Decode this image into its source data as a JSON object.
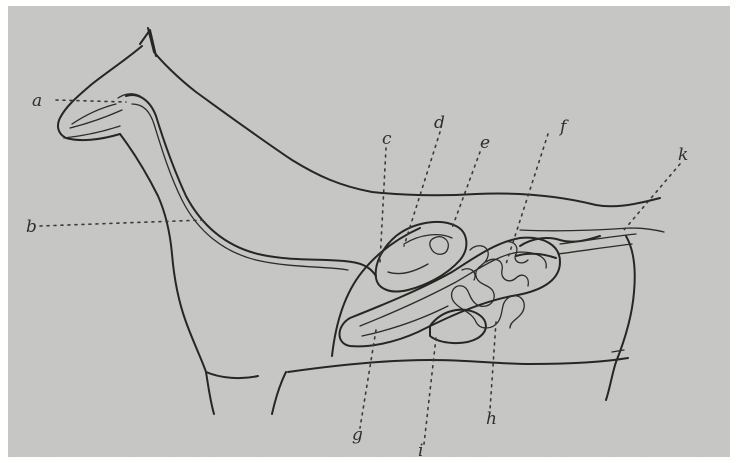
{
  "figure": {
    "labels": [
      {
        "id": "a",
        "text": "a"
      },
      {
        "id": "b",
        "text": "b"
      },
      {
        "id": "c",
        "text": "c"
      },
      {
        "id": "d",
        "text": "d"
      },
      {
        "id": "e",
        "text": "e"
      },
      {
        "id": "f",
        "text": "f"
      },
      {
        "id": "g",
        "text": "g"
      },
      {
        "id": "h",
        "text": "h"
      },
      {
        "id": "k",
        "text": "k"
      },
      {
        "id": "i",
        "text": "i"
      }
    ]
  },
  "colors": {
    "paper": "#c8c9c6",
    "ink": "#262723",
    "border": "#ffffff"
  }
}
